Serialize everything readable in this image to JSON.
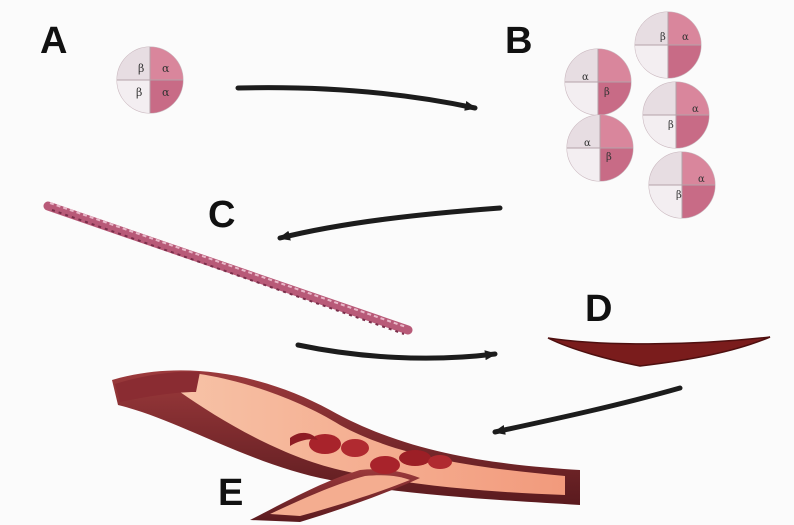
{
  "panels": {
    "a": {
      "label": "A"
    },
    "b": {
      "label": "B"
    },
    "c": {
      "label": "C"
    },
    "d": {
      "label": "D"
    },
    "e": {
      "label": "E"
    }
  },
  "subunit_labels": {
    "alpha": "α",
    "beta": "β"
  },
  "colors": {
    "subunit_pink": "#d9869c",
    "subunit_light": "#efe6ea",
    "arrow": "#1c1c1c",
    "fiber": "#b85a78",
    "clot": "#7a1c1c",
    "vessel_wall": "#7a2a2e",
    "vessel_lumen": "#f2a58a",
    "rbc": "#a8232b"
  },
  "icons": {
    "tetramer": "hemoglobin-tetramer-icon",
    "arrow": "curved-arrow-icon",
    "vessel": "blood-vessel-icon",
    "rbc": "sickle-red-cell-icon"
  }
}
